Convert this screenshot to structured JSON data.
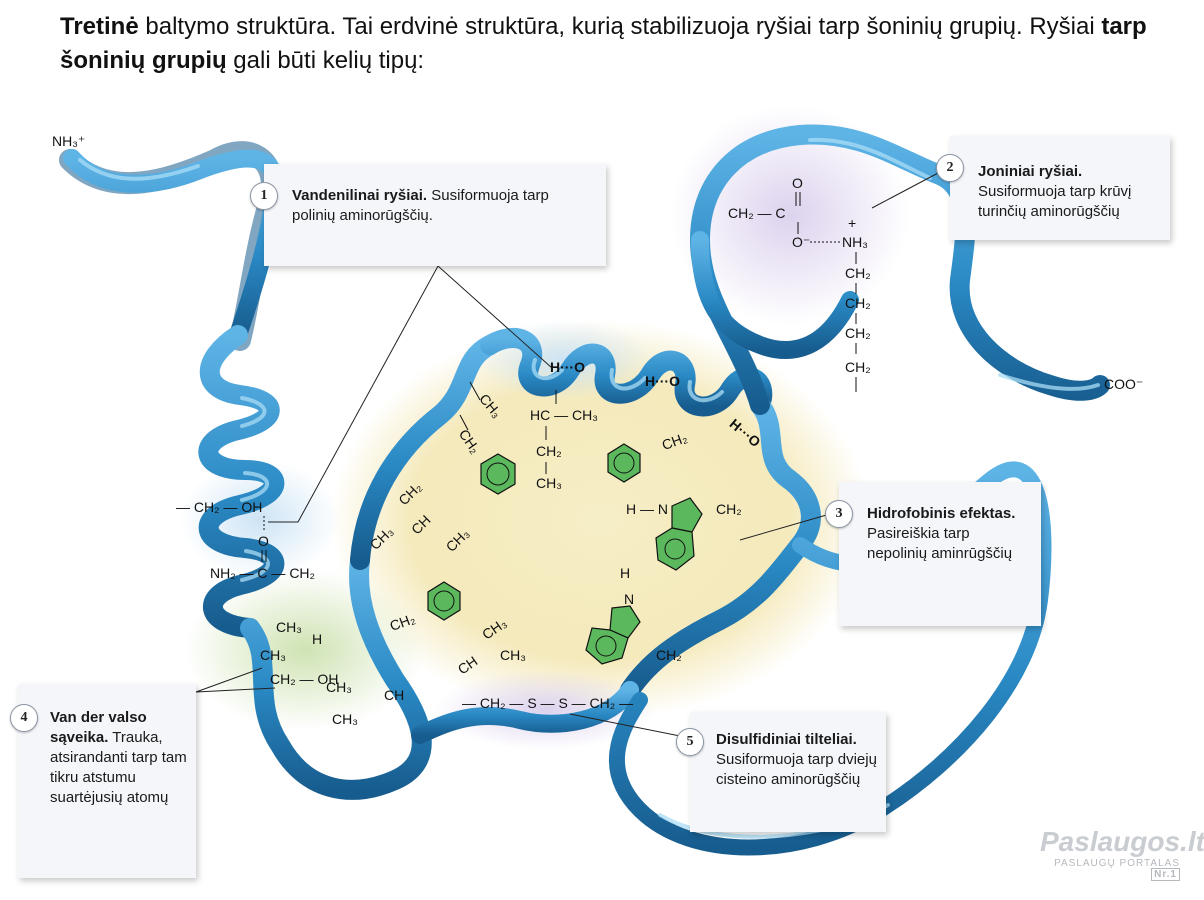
{
  "header": {
    "part1_bold": "Tretinė",
    "part2": " baltymo struktūra. Tai erdvinė struktūra, kurią stabilizuoja ryšiai tarp šoninių grupių. Ryšiai ",
    "part3_bold": "tarp šoninių grupių",
    "part4": " gali būti kelių tipų:"
  },
  "callouts": [
    {
      "number": "1",
      "title": "Vandenilinai ryšiai.",
      "body": " Susiformuoja tarp polinių aminorūgščių."
    },
    {
      "number": "2",
      "title": "Joniniai ryšiai.",
      "body": " Susiformuoja tarp krūvį turinčių aminorūgščių"
    },
    {
      "number": "3",
      "title": "Hidrofobinis efektas.",
      "body": " Pasireiškia tarp nepolinių aminrūgščių"
    },
    {
      "number": "4",
      "title": "Van der valso sąveika.",
      "body": " Trauka, atsirandanti tarp tam tikru atstumu suartėjusių atomų"
    },
    {
      "number": "5",
      "title": "Disulfidiniai tilteliai.",
      "body": " Susiformuoja tarp dviejų cisteino aminorūgščių"
    }
  ],
  "labels": {
    "n_terminus": "NH₃⁺",
    "c_terminus": "COO⁻"
  },
  "chem": {
    "hbond_top": [
      "H···O",
      "H···O",
      "H···O"
    ],
    "ionic": {
      "o_double": "O",
      "ch2_c": "CH₂ — C",
      "o_minus": "O⁻",
      "plus": "+",
      "nh3": "NH₃",
      "ch2": "CH₂"
    },
    "ser_asn": {
      "ch2_oh": "— CH₂ — OH",
      "o": "O",
      "nh2_c_ch2": "NH₂ — C — CH₂"
    },
    "core": {
      "ch3": "CH₃",
      "ch2": "CH₂",
      "ch": "CH",
      "hc_ch3": "HC — CH₃",
      "h_n": "H — N",
      "h": "H",
      "n": "N"
    },
    "disulfide": "— CH₂ — S — S — CH₂ —",
    "vdw": {
      "ch2_oh": "CH₂ — OH",
      "ch3": "CH₃",
      "ch": "CH",
      "h": "H"
    }
  },
  "watermark": {
    "logo": "Paslaugos.lt",
    "sub": "PASLAUGŲ PORTALAS",
    "nr": "Nr.1"
  },
  "colors": {
    "ribbon": "#2d8fc7",
    "ribbon_dark": "#1a5f91",
    "hydrophobic_glow": "#f3e9b8",
    "vdw_glow": "#cfe3b3",
    "ionic_glow": "#ddd3ec",
    "ring_fill": "#5cb85c",
    "callout_bg": "#f4f6fa"
  }
}
